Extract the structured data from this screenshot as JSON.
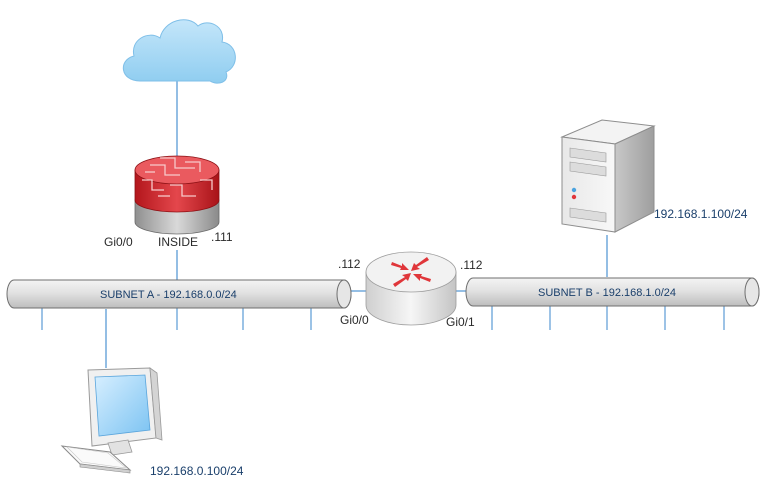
{
  "firewall": {
    "interface_left": "Gi0/0",
    "zone": "INSIDE",
    "ip_suffix": ".111"
  },
  "router": {
    "left_ip_suffix": ".112",
    "right_ip_suffix": ".112",
    "left_interface": "Gi0/0",
    "right_interface": "Gi0/1"
  },
  "subnet_a": {
    "label": "SUBNET A - 192.168.0.0/24"
  },
  "subnet_b": {
    "label": "SUBNET B - 192.168.1.0/24"
  },
  "pc": {
    "ip": "192.168.0.100/24"
  },
  "server": {
    "ip": "192.168.1.100/24"
  },
  "colors": {
    "link": "#5b9bd5",
    "firewall_red": "#d9353b",
    "router_arrow": "#e0363a",
    "bus_gray": "#d8d8d8",
    "cloud": "#a8d8f4"
  },
  "icons": [
    "cloud-icon",
    "firewall-icon",
    "router-icon",
    "pc-icon",
    "server-icon"
  ]
}
